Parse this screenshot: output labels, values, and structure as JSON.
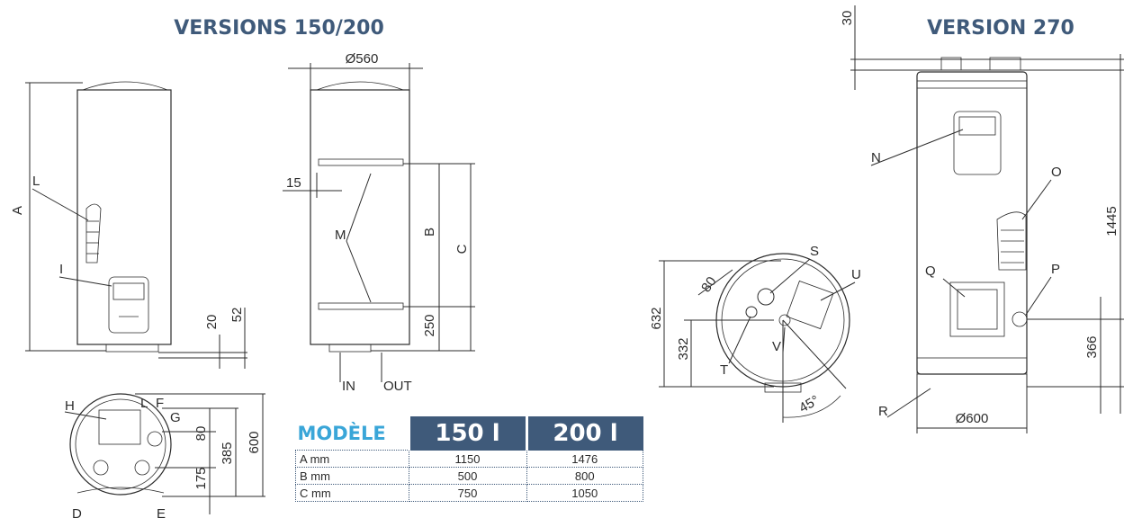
{
  "titles": {
    "left": "VERSIONS 150/200",
    "right": "VERSION 270"
  },
  "labels": {
    "A": "A",
    "B": "B",
    "C": "C",
    "D": "D",
    "E": "E",
    "F": "F",
    "G": "G",
    "H": "H",
    "I": "I",
    "L": "L",
    "M": "M",
    "N": "N",
    "O": "O",
    "P": "P",
    "Q": "Q",
    "R": "R",
    "S": "S",
    "T": "T",
    "U": "U",
    "V": "V"
  },
  "dims": {
    "diam560": "Ø560",
    "d15": "15",
    "d20": "20",
    "d52": "52",
    "d250": "250",
    "in": "IN",
    "out": "OUT",
    "d80_front": "80",
    "d175": "175",
    "d385": "385",
    "d600": "600",
    "d632": "632",
    "d332": "332",
    "d80_top": "80",
    "d45": "45°",
    "d30": "30",
    "d366": "366",
    "d1445": "1445",
    "diam600": "Ø600"
  },
  "table": {
    "header": {
      "model": "MODÈLE",
      "col1": "150 l",
      "col2": "200 l"
    },
    "rows": [
      {
        "label": "A mm",
        "v1": "1150",
        "v2": "1476"
      },
      {
        "label": "B mm",
        "v1": "500",
        "v2": "800"
      },
      {
        "label": "C mm",
        "v1": "750",
        "v2": "1050"
      }
    ]
  },
  "colors": {
    "title": "#3f5a7a",
    "model_text": "#3aa6d8",
    "table_header_bg": "#3f5a7a",
    "line": "#2b2b2b"
  }
}
